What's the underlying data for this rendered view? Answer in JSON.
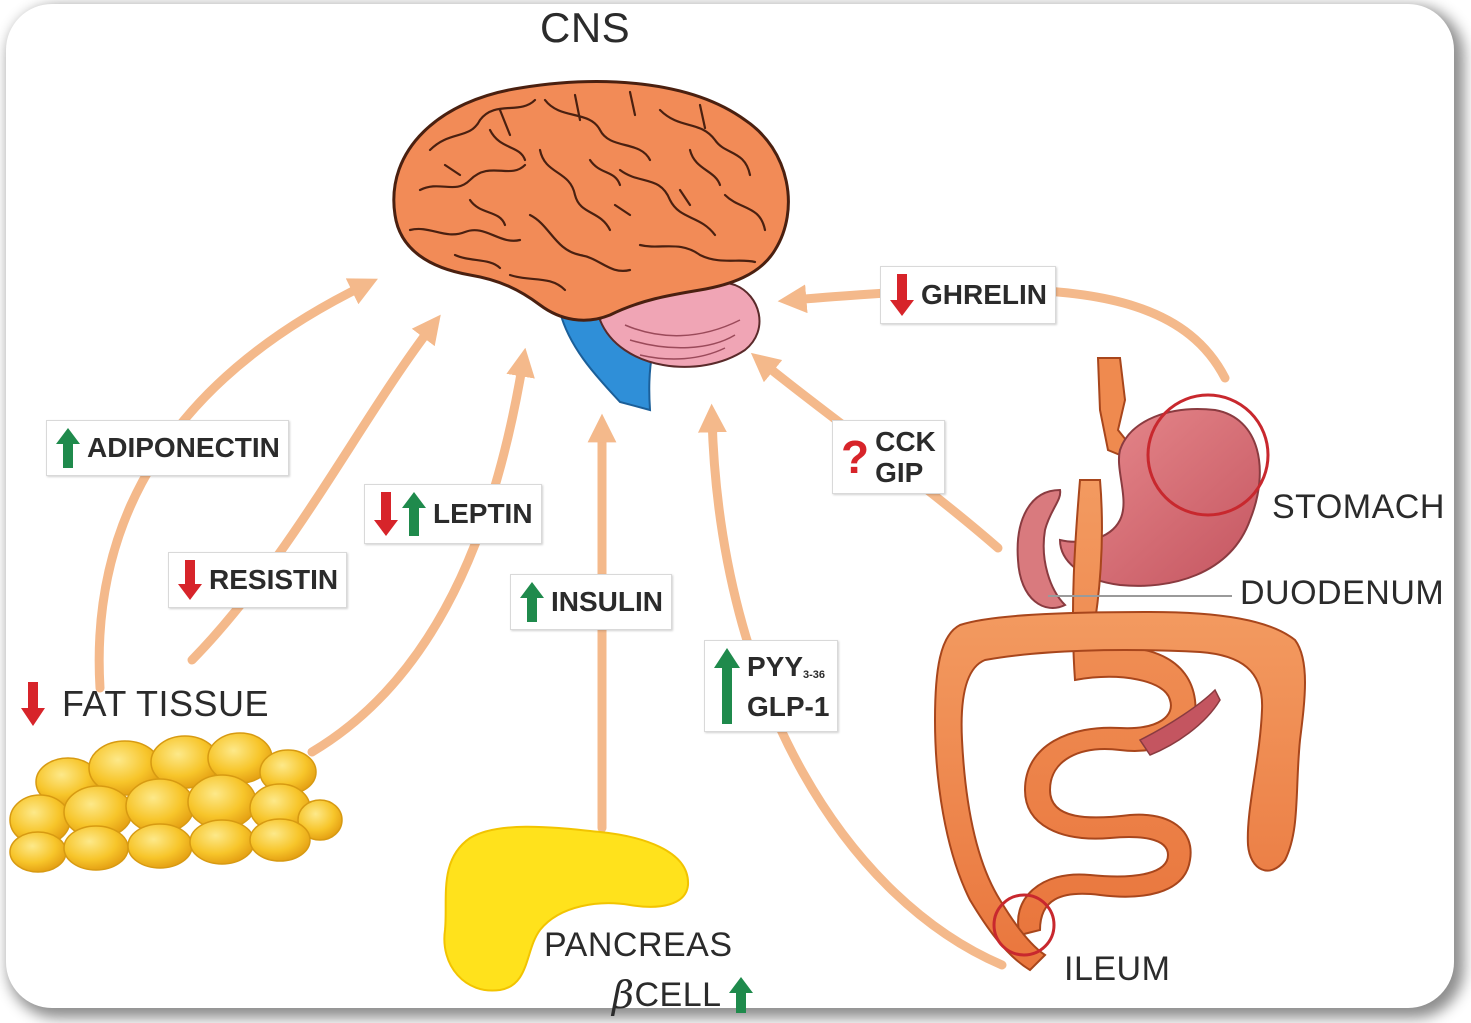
{
  "title": "CNS",
  "organs": {
    "fat_tissue": "FAT TISSUE",
    "pancreas": "PANCREAS",
    "beta_cell": "CELL",
    "beta_symbol": "β",
    "stomach": "STOMACH",
    "duodenum": "DUODENUM",
    "ileum": "ILEUM"
  },
  "hormones": {
    "adiponectin": "ADIPONECTIN",
    "resistin": "RESISTIN",
    "leptin": "LEPTIN",
    "insulin": "INSULIN",
    "pyy": "PYY",
    "pyy_sub": "3-36",
    "glp1": "GLP-1",
    "cck": "CCK",
    "gip": "GIP",
    "ghrelin": "GHRELIN",
    "uncertain_mark": "?"
  },
  "colors": {
    "up_arrow": "#1f8a4c",
    "down_arrow": "#d7242a",
    "pathway_arrow": "#f4b98b",
    "fat": "#f7c52a",
    "pancreas": "#ffe21c",
    "brain": "#f08a55",
    "intestine": "#ef8a4f",
    "stomach": "#d9707a",
    "highlight_circle": "#c8282e"
  }
}
